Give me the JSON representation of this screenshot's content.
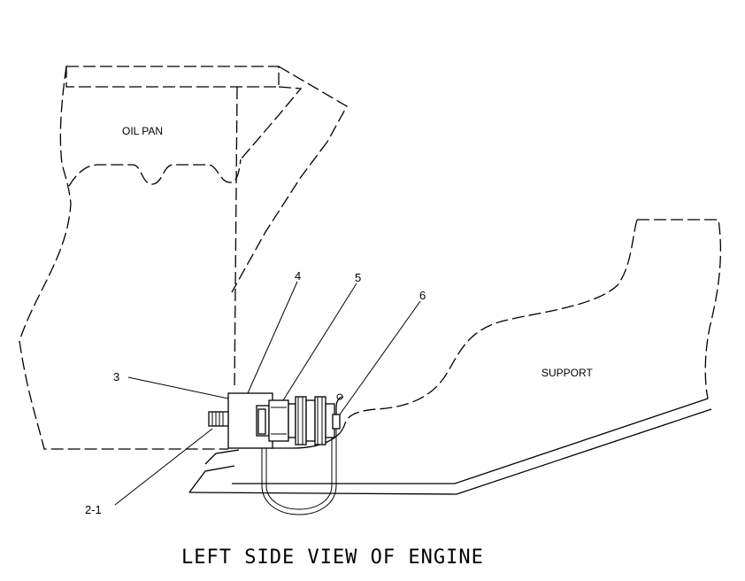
{
  "labels": {
    "oil_pan": "OIL PAN",
    "support": "SUPPORT"
  },
  "callouts": {
    "c_2_1": "2-1",
    "c_3": "3",
    "c_4": "4",
    "c_5": "5",
    "c_6": "6"
  },
  "caption": "LEFT SIDE VIEW OF ENGINE"
}
